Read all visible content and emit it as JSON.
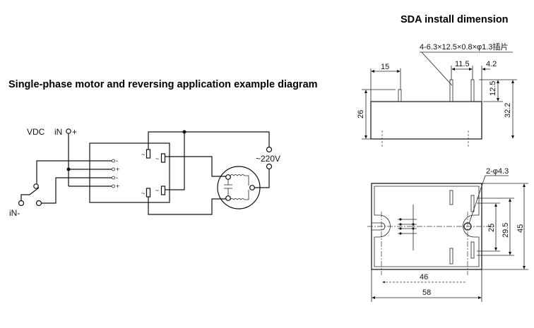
{
  "left_panel": {
    "title": "Single-phase motor and reversing application example diagram",
    "labels": {
      "vdc": "VDC",
      "in_plus": "iN",
      "plus": "+",
      "in_minus": "iN-",
      "voltage": "~220V",
      "terminal_signs": [
        "-",
        "+",
        "-",
        "+"
      ]
    }
  },
  "right_panel": {
    "title": "SDA install dimension",
    "side_view": {
      "pin_spec": "4-6.3×12.5×0.8×φ1.3插片",
      "dims": {
        "d15": "15",
        "d11_5": "11.5",
        "d4_2": "4.2",
        "d12_5": "12.5",
        "d32_2": "32.2",
        "d26": "26"
      }
    },
    "top_view": {
      "hole_spec": "2-φ4.3",
      "dims": {
        "d25": "25",
        "d29_5": "29.5",
        "d45": "45",
        "d46": "46",
        "d58": "58"
      }
    }
  }
}
